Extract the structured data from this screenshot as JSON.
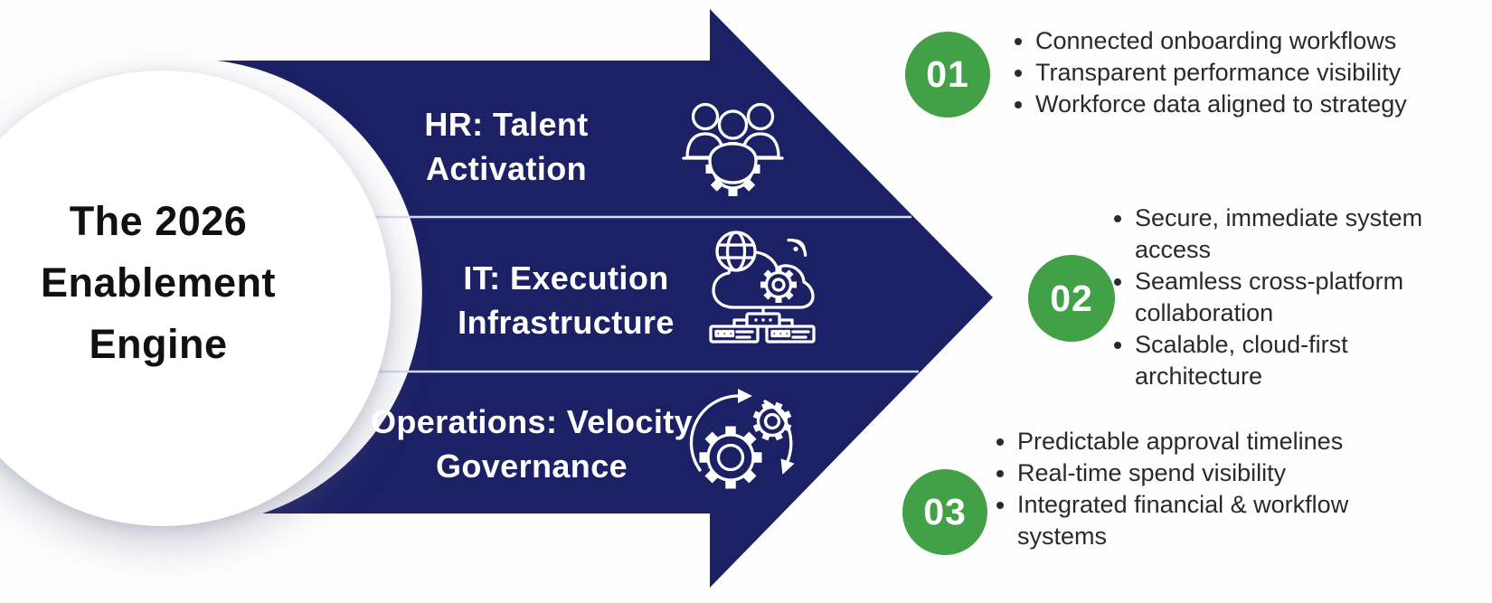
{
  "title": "The 2026\nEnablement\nEngine",
  "arrow": {
    "bands": [
      {
        "label": "HR: Talent\nActivation",
        "icon": "team-gear-icon"
      },
      {
        "label": "IT: Execution\nInfrastructure",
        "icon": "cloud-network-icon"
      },
      {
        "label": "Operations: Velocity\nGovernance",
        "icon": "process-gears-icon"
      }
    ]
  },
  "steps": [
    {
      "number": "01",
      "bullets": [
        "Connected onboarding workflows",
        "Transparent performance visibility",
        "Workforce data aligned to strategy"
      ]
    },
    {
      "number": "02",
      "bullets": [
        "Secure, immediate system\naccess",
        "Seamless cross-platform\ncollaboration",
        "Scalable, cloud-first\narchitecture"
      ]
    },
    {
      "number": "03",
      "bullets": [
        "Predictable approval timelines",
        "Real-time spend visibility",
        "Integrated financial & workflow\nsystems"
      ]
    }
  ],
  "colors": {
    "navy": "#1c2166",
    "green": "#42a047",
    "separator": "#d6dbf0",
    "bullet_text": "#2a2a2a",
    "title_text": "#111111",
    "band_text": "#ffffff"
  }
}
